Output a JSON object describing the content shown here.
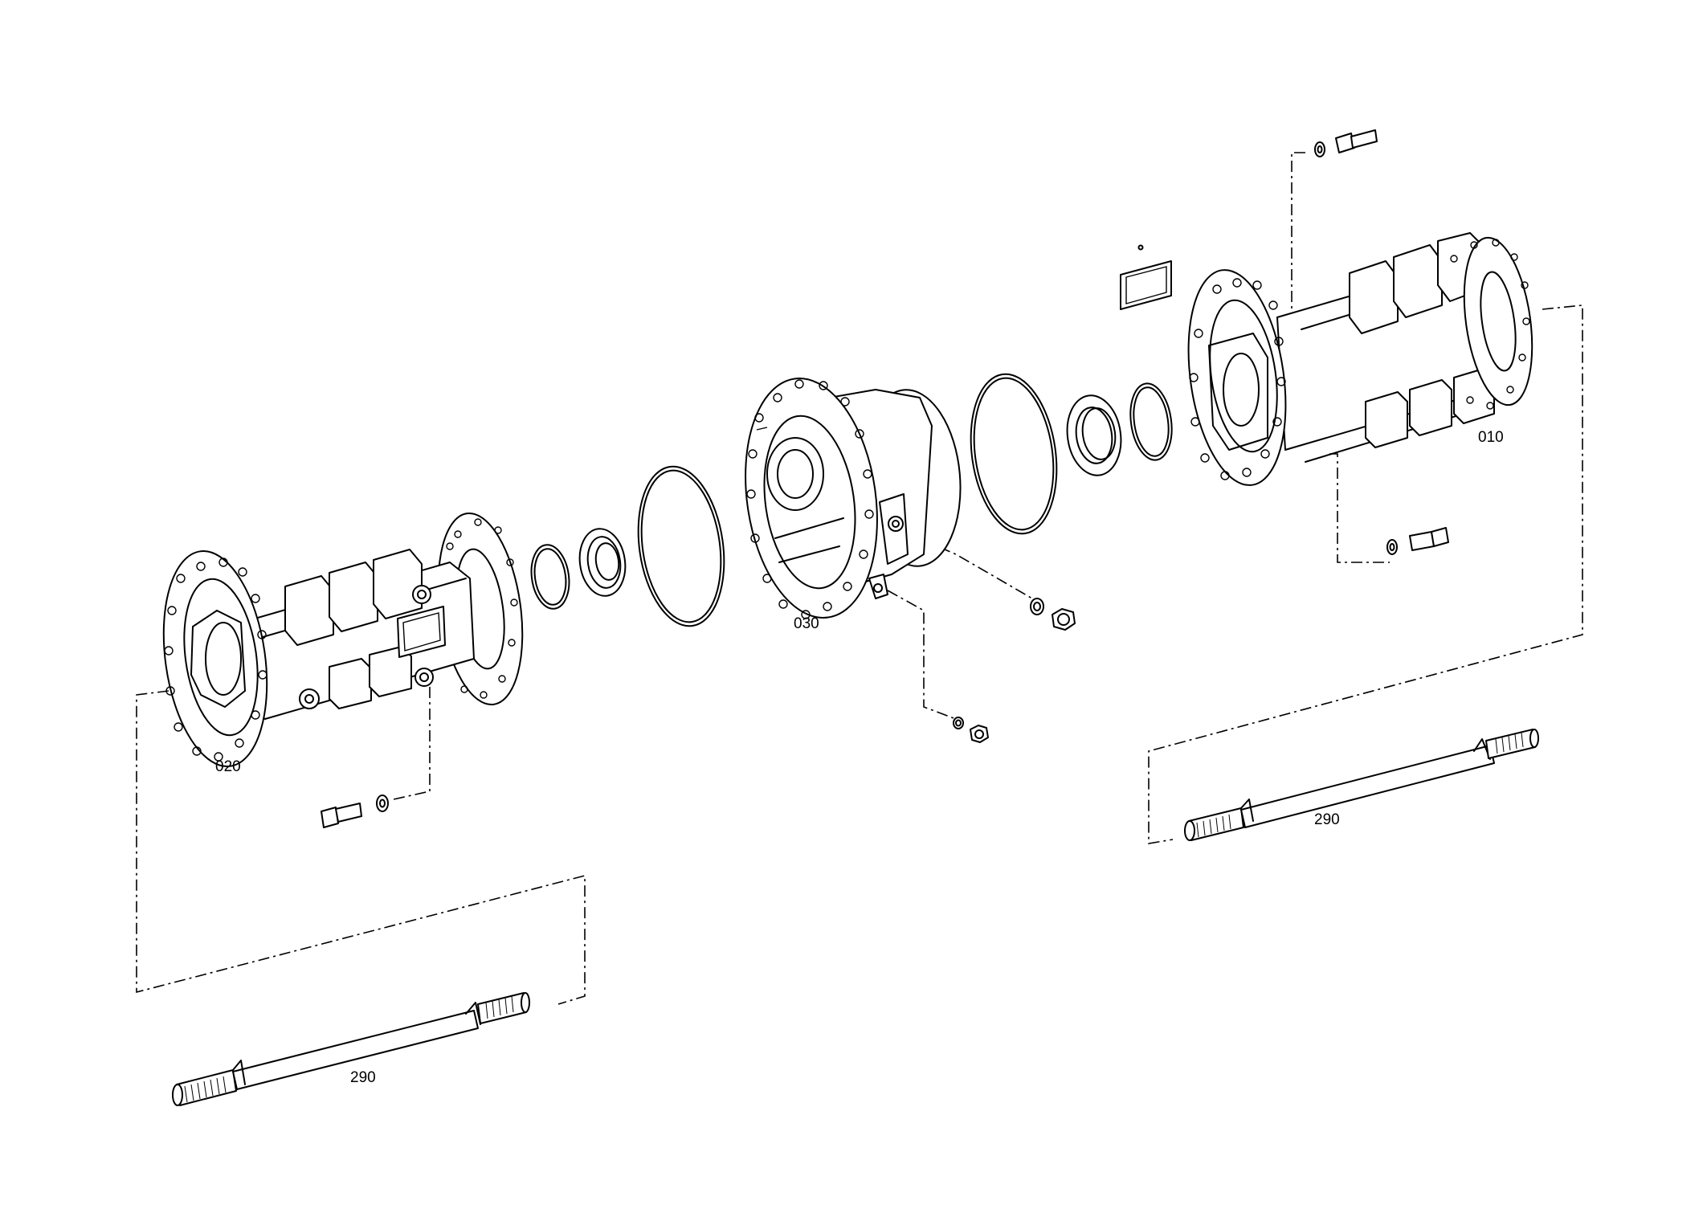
{
  "labels": {
    "part_010": "010",
    "part_020": "020",
    "part_030": "030",
    "shaft_right": "290",
    "shaft_left": "290"
  }
}
